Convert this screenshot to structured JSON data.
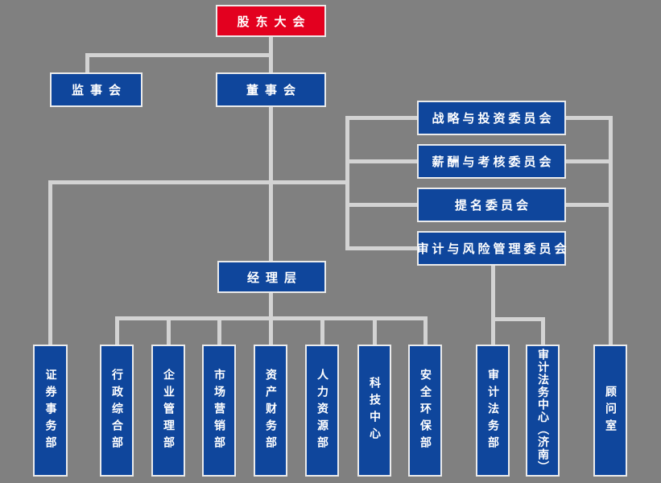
{
  "diagram": {
    "type": "org-chart",
    "colors": {
      "background": "#808080",
      "node_blue": "#0f469c",
      "node_red": "#e3001f",
      "connector": "#d3d3d3",
      "border": "#ebebeb",
      "text": "#ffffff"
    },
    "root": {
      "label": "股东大会"
    },
    "supervisors": {
      "label": "监事会"
    },
    "board": {
      "label": "董事会"
    },
    "committees": [
      {
        "label": "战略与投资委员会"
      },
      {
        "label": "薪酬与考核委员会"
      },
      {
        "label": "提名委员会"
      },
      {
        "label": "审计与风险管理委员会"
      }
    ],
    "management": {
      "label": "经理层"
    },
    "departments": [
      {
        "label": "证券事务部"
      },
      {
        "label": "行政综合部"
      },
      {
        "label": "企业管理部"
      },
      {
        "label": "市场营销部"
      },
      {
        "label": "资产财务部"
      },
      {
        "label": "人力资源部"
      },
      {
        "label": "科技中心"
      },
      {
        "label": "安全环保部"
      },
      {
        "label": "审计法务部"
      },
      {
        "label": "审计法务中心（济南）"
      },
      {
        "label": "顾问室"
      }
    ],
    "edges": [
      {
        "from": "股东大会",
        "to": "监事会"
      },
      {
        "from": "股东大会",
        "to": "董事会"
      },
      {
        "from": "董事会",
        "to": "战略与投资委员会"
      },
      {
        "from": "董事会",
        "to": "薪酬与考核委员会"
      },
      {
        "from": "董事会",
        "to": "提名委员会"
      },
      {
        "from": "董事会",
        "to": "审计与风险管理委员会"
      },
      {
        "from": "董事会",
        "to": "证券事务部"
      },
      {
        "from": "董事会",
        "to": "经理层"
      },
      {
        "from": "经理层",
        "to": "行政综合部"
      },
      {
        "from": "经理层",
        "to": "企业管理部"
      },
      {
        "from": "经理层",
        "to": "市场营销部"
      },
      {
        "from": "经理层",
        "to": "资产财务部"
      },
      {
        "from": "经理层",
        "to": "人力资源部"
      },
      {
        "from": "经理层",
        "to": "科技中心"
      },
      {
        "from": "经理层",
        "to": "安全环保部"
      },
      {
        "from": "审计与风险管理委员会",
        "to": "审计法务部"
      },
      {
        "from": "审计与风险管理委员会",
        "to": "审计法务中心（济南）"
      },
      {
        "from": "委员会",
        "to": "顾问室"
      }
    ]
  }
}
